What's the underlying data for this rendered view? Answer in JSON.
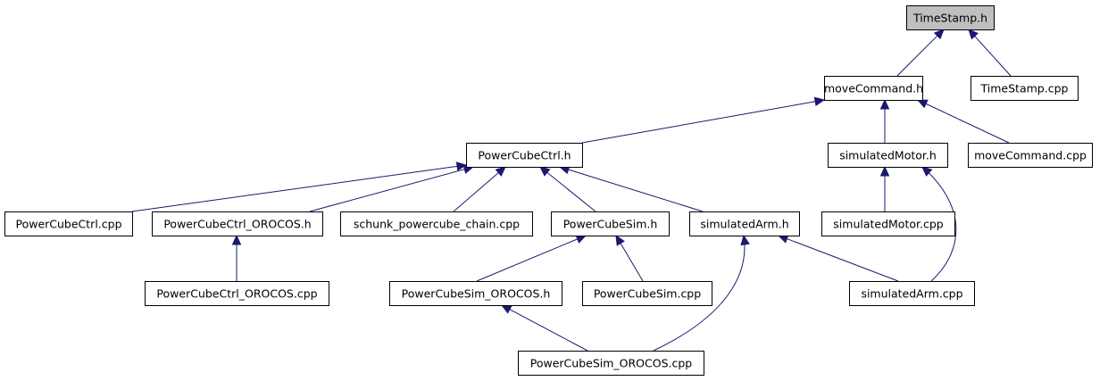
{
  "graph": {
    "colors": {
      "edge": "#191970",
      "root_fill": "#bfbfbf",
      "node_fill": "#ffffff",
      "node_border": "#000000"
    },
    "nodes": [
      {
        "id": "timestamp_h",
        "label": "TimeStamp.h",
        "root": true
      },
      {
        "id": "movecommand_h",
        "label": "moveCommand.h"
      },
      {
        "id": "timestamp_cpp",
        "label": "TimeStamp.cpp"
      },
      {
        "id": "powercubectrl_h",
        "label": "PowerCubeCtrl.h"
      },
      {
        "id": "simulatedmotor_h",
        "label": "simulatedMotor.h"
      },
      {
        "id": "movecommand_cpp",
        "label": "moveCommand.cpp"
      },
      {
        "id": "powercubectrl_cpp",
        "label": "PowerCubeCtrl.cpp"
      },
      {
        "id": "powercubectrl_orocos_h",
        "label": "PowerCubeCtrl_OROCOS.h"
      },
      {
        "id": "schunk_powercube_chain_cpp",
        "label": "schunk_powercube_chain.cpp"
      },
      {
        "id": "powercubesim_h",
        "label": "PowerCubeSim.h"
      },
      {
        "id": "simulatedarm_h",
        "label": "simulatedArm.h"
      },
      {
        "id": "simulatedmotor_cpp",
        "label": "simulatedMotor.cpp"
      },
      {
        "id": "powercubectrl_orocos_cpp",
        "label": "PowerCubeCtrl_OROCOS.cpp"
      },
      {
        "id": "powercubesim_orocos_h",
        "label": "PowerCubeSim_OROCOS.h"
      },
      {
        "id": "powercubesim_cpp",
        "label": "PowerCubeSim.cpp"
      },
      {
        "id": "simulatedarm_cpp",
        "label": "simulatedArm.cpp"
      },
      {
        "id": "powercubesim_orocos_cpp",
        "label": "PowerCubeSim_OROCOS.cpp"
      }
    ],
    "edges": [
      {
        "from": "movecommand_h",
        "to": "timestamp_h"
      },
      {
        "from": "timestamp_cpp",
        "to": "timestamp_h"
      },
      {
        "from": "powercubectrl_h",
        "to": "movecommand_h"
      },
      {
        "from": "simulatedmotor_h",
        "to": "movecommand_h"
      },
      {
        "from": "movecommand_cpp",
        "to": "movecommand_h"
      },
      {
        "from": "powercubectrl_cpp",
        "to": "powercubectrl_h"
      },
      {
        "from": "powercubectrl_orocos_h",
        "to": "powercubectrl_h"
      },
      {
        "from": "schunk_powercube_chain_cpp",
        "to": "powercubectrl_h"
      },
      {
        "from": "powercubesim_h",
        "to": "powercubectrl_h"
      },
      {
        "from": "simulatedarm_h",
        "to": "powercubectrl_h"
      },
      {
        "from": "simulatedmotor_cpp",
        "to": "simulatedmotor_h"
      },
      {
        "from": "simulatedarm_cpp",
        "to": "simulatedmotor_h"
      },
      {
        "from": "powercubectrl_orocos_cpp",
        "to": "powercubectrl_orocos_h"
      },
      {
        "from": "powercubesim_orocos_h",
        "to": "powercubesim_h"
      },
      {
        "from": "powercubesim_cpp",
        "to": "powercubesim_h"
      },
      {
        "from": "powercubesim_orocos_cpp",
        "to": "simulatedarm_h"
      },
      {
        "from": "simulatedarm_cpp",
        "to": "simulatedarm_h"
      },
      {
        "from": "powercubesim_orocos_cpp",
        "to": "powercubesim_orocos_h"
      }
    ]
  }
}
